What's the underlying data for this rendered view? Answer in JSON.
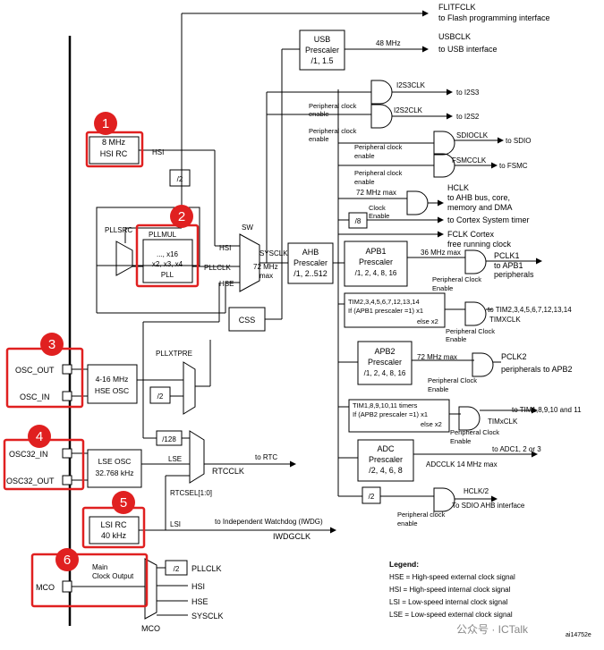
{
  "top_outputs": {
    "flitfclk": "FLITFCLK",
    "flitfclk_desc": "to Flash programming interface",
    "usbclk": "USBCLK",
    "usbclk_desc": "to USB interface",
    "usb_freq": "48 MHz"
  },
  "usb_prescaler": {
    "title": "USB",
    "line2": "Prescaler",
    "line3": "/1, 1.5"
  },
  "i2s": {
    "i2s3clk": "I2S3CLK",
    "i2s3_to": "to I2S3",
    "i2s2clk": "I2S2CLK",
    "i2s2_to": "to I2S2",
    "enable1a": "Peripheral clock",
    "enable1b": "enable",
    "enable2a": "Peripheral clock",
    "enable2b": "enable"
  },
  "sdio": {
    "clk": "SDIOCLK",
    "to": "to SDIO",
    "en_a": "Peripheral clock",
    "en_b": "enable"
  },
  "fsmc": {
    "clk": "FSMCCLK",
    "to": "to FSMC",
    "en_a": "Peripheral clock",
    "en_b": "enable"
  },
  "hclk": {
    "max": "72 MHz max",
    "label": "HCLK",
    "desc1": "to AHB bus, core,",
    "desc2": "memory and DMA",
    "clock_enable_a": "Clock",
    "clock_enable_b": "Enable",
    "div8": "/8",
    "cortex_timer": "to Cortex System timer",
    "fclk": "FCLK Cortex",
    "fclk_desc": "free running clock"
  },
  "hsi_rc": {
    "line1": "8 MHz",
    "line2": "HSI RC",
    "out": "HSI",
    "div2": "/2"
  },
  "pll": {
    "src": "PLLSRC",
    "mul": "PLLMUL",
    "line1": "..., x16",
    "line2": "x2, x3, x4",
    "line3": "PLL",
    "pllclk": "PLLCLK"
  },
  "sysmux": {
    "sw": "SW",
    "hsi": "HSI",
    "hse": "HSE",
    "sysclk": "SYSCLK",
    "max1": "72 MHz",
    "max2": "max",
    "css": "CSS"
  },
  "ahb": {
    "l1": "AHB",
    "l2": "Prescaler",
    "l3": "/1, 2..512"
  },
  "apb1": {
    "l1": "APB1",
    "l2": "Prescaler",
    "l3": "/1, 2, 4, 8, 16",
    "max": "36 MHz max",
    "pclk": "PCLK1",
    "to1": "to APB1",
    "to2": "peripherals",
    "en_a": "Peripheral Clock",
    "en_b": "Enable",
    "tim_l1": "TIM2,3,4,5,6,7,12,13,14",
    "tim_l2": "If (APB1 prescaler =1) x1",
    "tim_l3": "else  x2",
    "tim_to": "to TIM2,3,4,5,6,7,12,13,14",
    "timx": "TIMXCLK",
    "tim_en_a": "Peripheral Clock",
    "tim_en_b": "Enable"
  },
  "apb2": {
    "l1": "APB2",
    "l2": "Prescaler",
    "l3": "/1, 2, 4, 8, 16",
    "max": "72 MHz max",
    "pclk": "PCLK2",
    "to": "peripherals to APB2",
    "en_a": "Peripheral Clock",
    "en_b": "Enable",
    "tim_l1": "TIM1,8,9,10,11 timers",
    "tim_l2": "If (APB2 prescaler =1) x1",
    "tim_l3": "else  x2",
    "tim_to": "to TIM1,8,9,10 and 11",
    "timx": "TIMxCLK",
    "tim_en_a": "Peripheral Clock",
    "tim_en_b": "Enable"
  },
  "adc": {
    "l1": "ADC",
    "l2": "Prescaler",
    "l3": "/2, 4, 6, 8",
    "to": "to ADC1, 2 or 3",
    "clk": "ADCCLK 14 MHz max"
  },
  "sdio_ahb": {
    "div": "/2",
    "clk": "HCLK/2",
    "to": "To SDIO AHB interface",
    "en_a": "Peripheral clock",
    "en_b": "enable"
  },
  "hse": {
    "osc_out": "OSC_OUT",
    "osc_in": "OSC_IN",
    "l1": "4-16 MHz",
    "l2": "HSE OSC",
    "pllxtpre": "PLLXTPRE",
    "div2": "/2"
  },
  "lse": {
    "osc32_in": "OSC32_IN",
    "osc32_out": "OSC32_OUT",
    "l1": "LSE OSC",
    "l2": "32.768 kHz",
    "out": "LSE",
    "div128": "/128",
    "to_rtc": "to RTC",
    "rtcclk": "RTCCLK",
    "rtcsel": "RTCSEL[1:0]"
  },
  "lsi": {
    "l1": "LSI RC",
    "l2": "40 kHz",
    "out": "LSI",
    "to": "to Independent Watchdog (IWDG)",
    "iwdgclk": "IWDGCLK"
  },
  "mco": {
    "pin": "MCO",
    "main1": "Main",
    "main2": "Clock Output",
    "div2": "/2",
    "pllclk": "PLLCLK",
    "hsi": "HSI",
    "hse": "HSE",
    "sysclk": "SYSCLK",
    "mux": "MCO"
  },
  "legend": {
    "title": "Legend:",
    "hse": "HSE = High-speed external clock signal",
    "hsi": "HSI = High-speed internal clock signal",
    "lsi": "LSI = Low-speed internal clock signal",
    "lse": "LSE = Low-speed external clock signal"
  },
  "badges": [
    "1",
    "2",
    "3",
    "4",
    "5",
    "6"
  ],
  "watermark": "公众号 · ICTalk",
  "ref": "ai14752e",
  "colors": {
    "badge": "#e02020",
    "line": "#000000"
  }
}
